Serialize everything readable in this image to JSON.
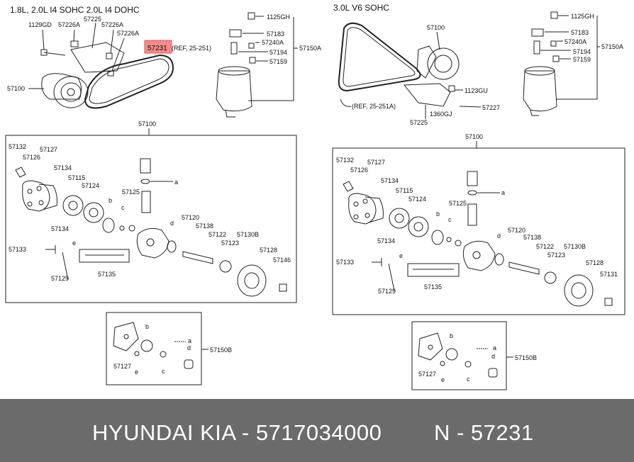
{
  "sections": {
    "engine_a": "1.8L, 2.0L  I4  SOHC   2.0L  I4  DOHC",
    "engine_b": "3.0L  V6  SOHC"
  },
  "callouts_left": {
    "c1125gh": "1125GH",
    "c57183": "57183",
    "c57240a": "57240A",
    "c57194": "57194",
    "c57159": "57159",
    "c57150a": "57150A",
    "c57225": "57225",
    "c1129gd": "1129GD",
    "c57226a_1": "57226A",
    "c57226a_2": "57226A",
    "c57226a_3": "57226A",
    "c57100": "57100",
    "c57231": "57231",
    "c57231_ref": "(REF, 25-251)"
  },
  "callouts_right": {
    "c1125gh": "1125GH",
    "c57100": "57100",
    "c57183": "57183",
    "c57240a": "57240A",
    "c57194": "57194",
    "c57150a": "57150A",
    "c57159": "57159",
    "c1123gu": "1123GU",
    "ref": "(REF, 25-251A)",
    "c57227": "57227",
    "c1360gj": "1360GJ",
    "c57225": "57225"
  },
  "box_left": {
    "title": "57100",
    "labels": [
      "57132",
      "57126",
      "57127",
      "57134",
      "57115",
      "57124",
      "57134",
      "57133",
      "57129",
      "57135",
      "57125",
      "57120",
      "57138",
      "57122",
      "57123",
      "57130B",
      "57128",
      "57146"
    ],
    "letters": [
      "a",
      "b",
      "c",
      "d",
      "e"
    ]
  },
  "box_right": {
    "title": "57100",
    "labels": [
      "57132",
      "57126",
      "57127",
      "57134",
      "57115",
      "57124",
      "57134",
      "57133",
      "57129",
      "57135",
      "57125",
      "57120",
      "57138",
      "57122",
      "57123",
      "57130B",
      "57128",
      "57131"
    ],
    "letters": [
      "a",
      "b",
      "c",
      "d",
      "e"
    ]
  },
  "kit_left": {
    "label": "57150B",
    "part": "57127",
    "letters": [
      "b",
      "a",
      "d",
      "e",
      "c"
    ]
  },
  "kit_right": {
    "label": "57150B",
    "part": "57127",
    "letters": [
      "b",
      "a",
      "d",
      "e",
      "c"
    ]
  },
  "footer": {
    "brand": "HYUNDAI  KIA - 5717034000",
    "number": "N - 57231"
  },
  "colors": {
    "highlight": "#f28b8b",
    "footer_bg": "#6b6b6b"
  }
}
